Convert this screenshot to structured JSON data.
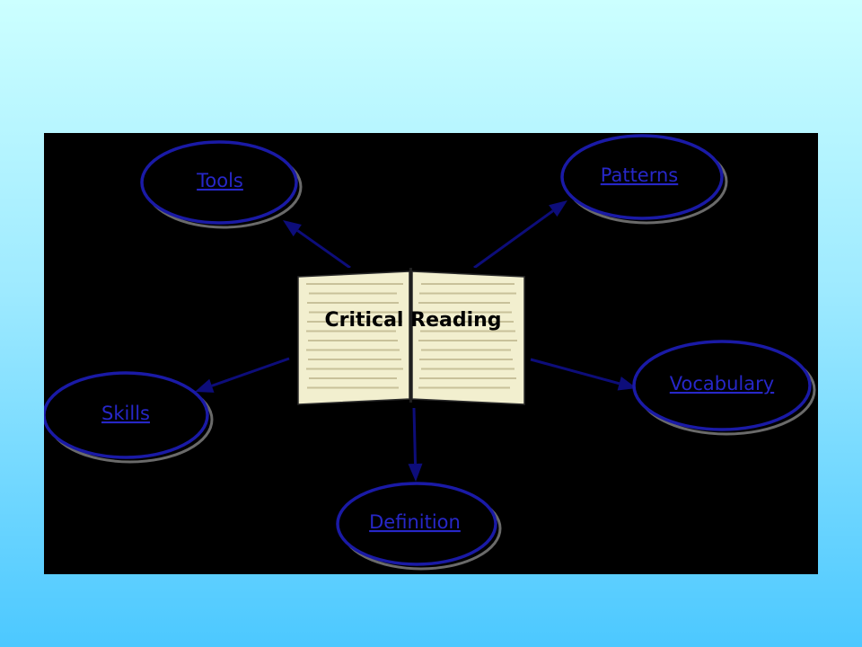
{
  "diagram": {
    "center": {
      "title": "Critical Reading",
      "icon": "open-book-icon"
    },
    "nodes": [
      {
        "id": "tools",
        "label": "Tools"
      },
      {
        "id": "patterns",
        "label": "Patterns"
      },
      {
        "id": "vocabulary",
        "label": "Vocabulary"
      },
      {
        "id": "skills",
        "label": "Skills"
      },
      {
        "id": "definition",
        "label": "Definition"
      }
    ],
    "colors": {
      "panel": "#000000",
      "node_outline": "#1a1aa6",
      "link_text": "#2727c8",
      "arrow": "#0d0d7a",
      "page": "#f2efcf",
      "slide_top": "#ccffff",
      "slide_bottom": "#4cc8ff"
    }
  }
}
